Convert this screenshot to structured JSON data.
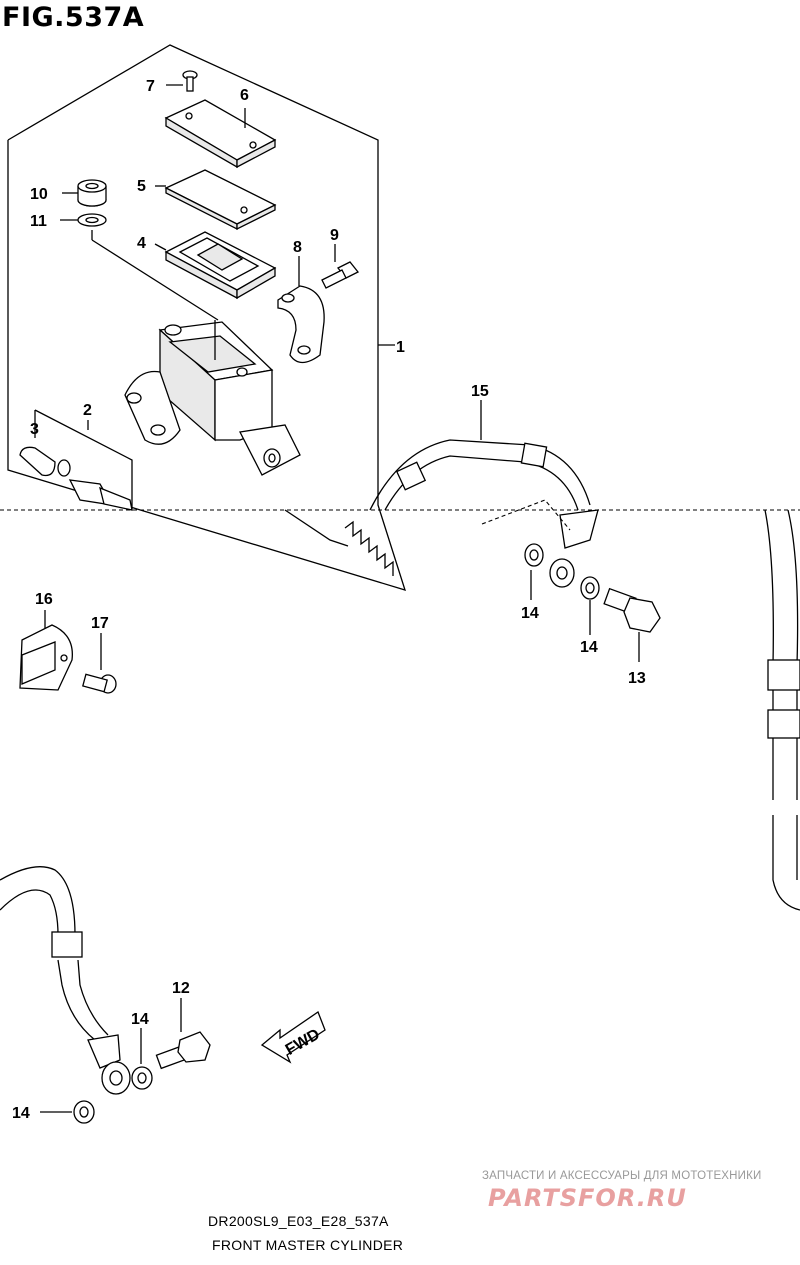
{
  "figure_title": "FIG.537A",
  "callouts": {
    "c1": "1",
    "c2": "2",
    "c3": "3",
    "c4": "4",
    "c5": "5",
    "c6": "6",
    "c7": "7",
    "c8": "8",
    "c9": "9",
    "c10": "10",
    "c11": "11",
    "c12": "12",
    "c13": "13",
    "c14a": "14",
    "c14b": "14",
    "c14c": "14",
    "c14d": "14",
    "c15": "15",
    "c16": "16",
    "c17": "17"
  },
  "fwd_label": "FWD",
  "caption": {
    "model_code": "DR200SL9_E03_E28_537A",
    "assembly_name": "FRONT MASTER CYLINDER"
  },
  "watermark": {
    "tagline": "ЗАПЧАСТИ И АКСЕССУАРЫ ДЛЯ МОТОТЕХНИКИ",
    "logo": "PARTSFOR.RU"
  }
}
